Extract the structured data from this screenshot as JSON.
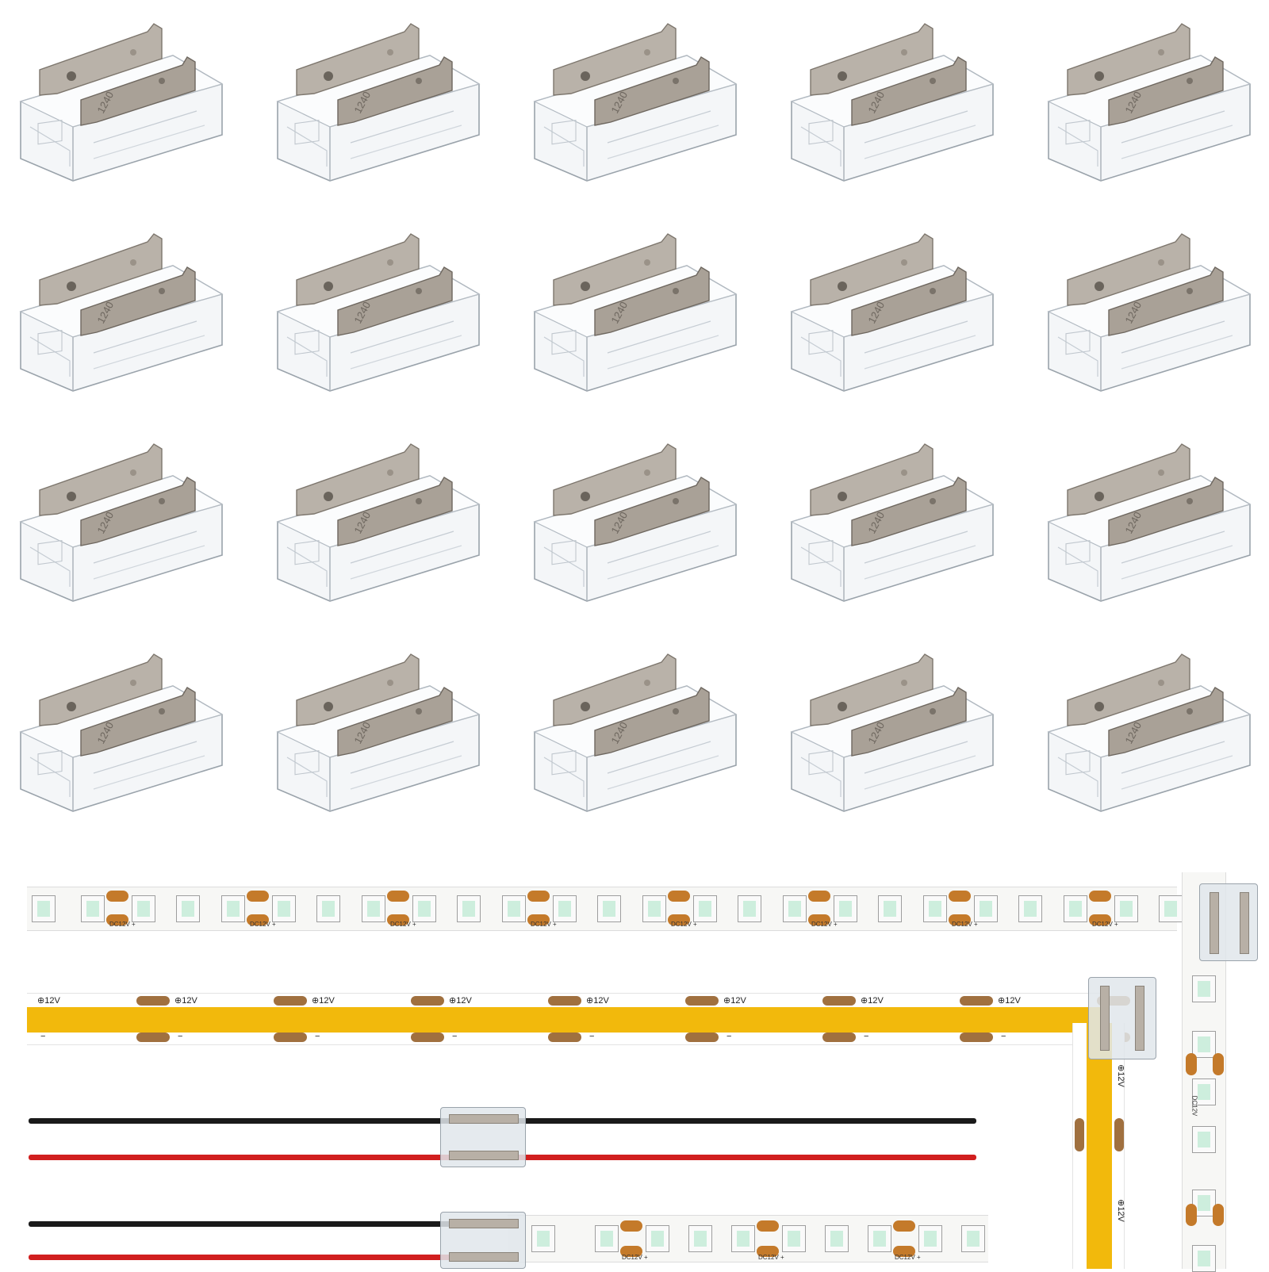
{
  "connector_grid": {
    "rows": 4,
    "cols": 5,
    "connector_label": "1240"
  },
  "strips": {
    "smd_label": "DC12V +",
    "cob_plus_label": "⊕12V",
    "cob_minus_label": "−",
    "vertical_label": "DC12V"
  },
  "colors": {
    "cob_yellow": "#f2b90c",
    "copper_pad": "#c47a2a",
    "wire_black": "#1a1a1a",
    "wire_red": "#d11f1f",
    "led_green": "#cdeedd"
  }
}
